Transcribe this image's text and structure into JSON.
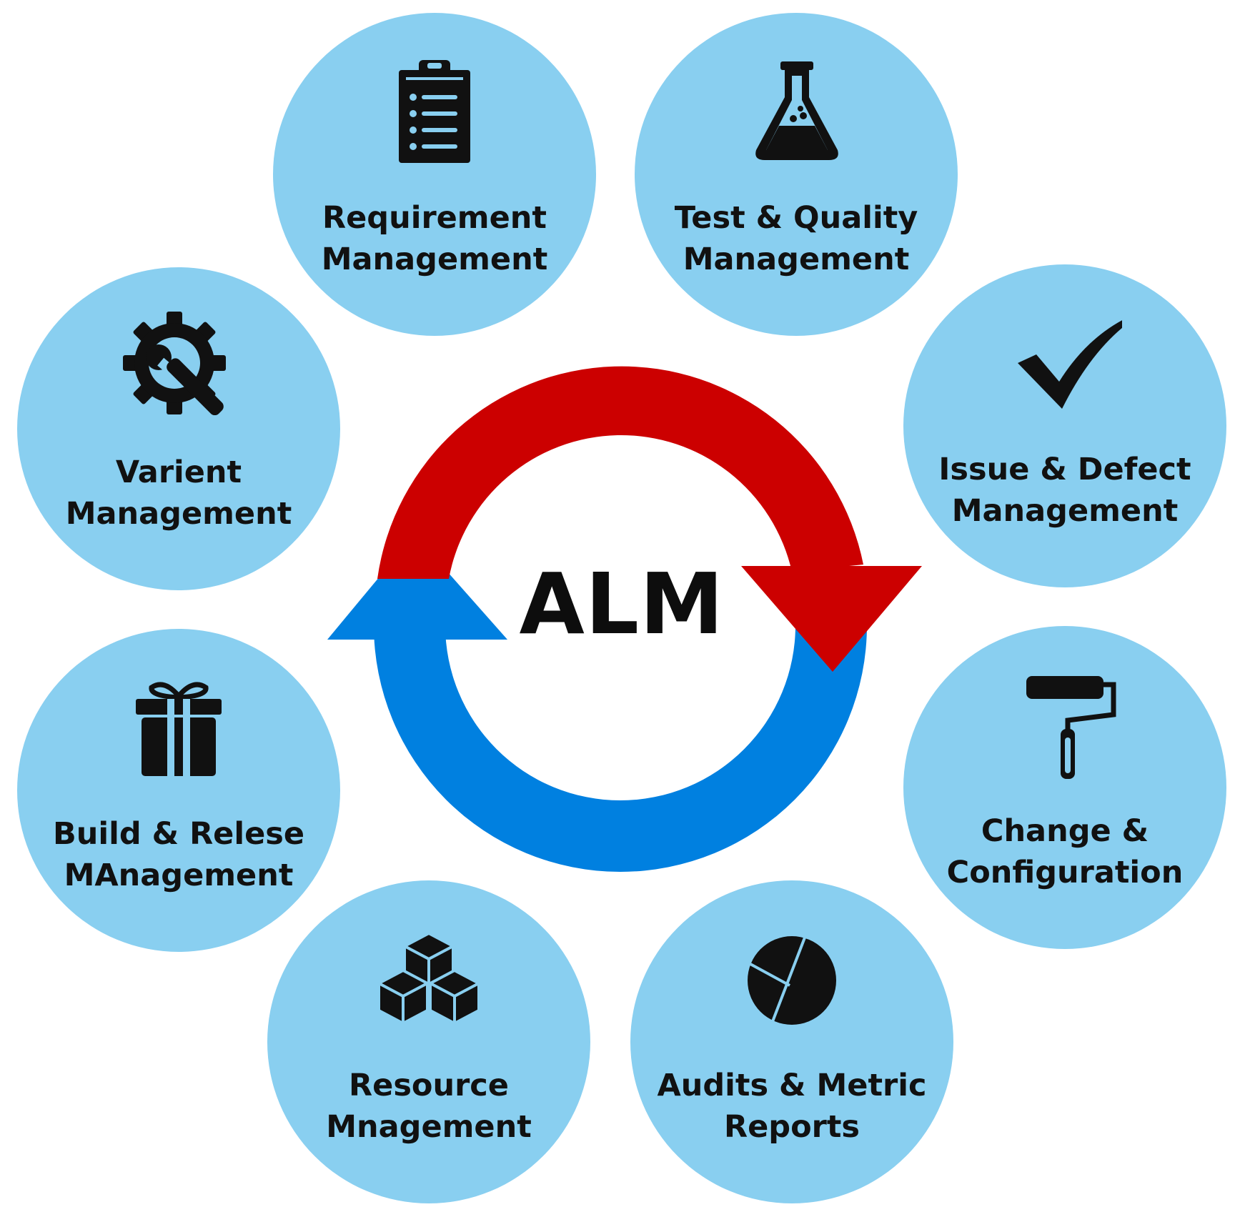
{
  "center": {
    "title": "ALM"
  },
  "colors": {
    "circle": "#89cff0",
    "arrow_top": "#cc0000",
    "arrow_bottom": "#0080e0",
    "text": "#111111"
  },
  "modules": [
    {
      "icon": "clipboard-list-icon",
      "line1": "Requirement",
      "line2": "Management"
    },
    {
      "icon": "flask-icon",
      "line1": "Test & Quality",
      "line2": "Management"
    },
    {
      "icon": "checkmark-icon",
      "line1": "Issue & Defect",
      "line2": "Management"
    },
    {
      "icon": "paint-roller-icon",
      "line1": "Change &",
      "line2": "Configuration"
    },
    {
      "icon": "pie-chart-icon",
      "line1": "Audits & Metric",
      "line2": "Reports"
    },
    {
      "icon": "cubes-icon",
      "line1": "Resource",
      "line2": "Mnagement"
    },
    {
      "icon": "gift-icon",
      "line1": "Build & Relese",
      "line2": "MAnagement"
    },
    {
      "icon": "gear-wrench-icon",
      "line1": "Varient",
      "line2": "Management"
    }
  ]
}
